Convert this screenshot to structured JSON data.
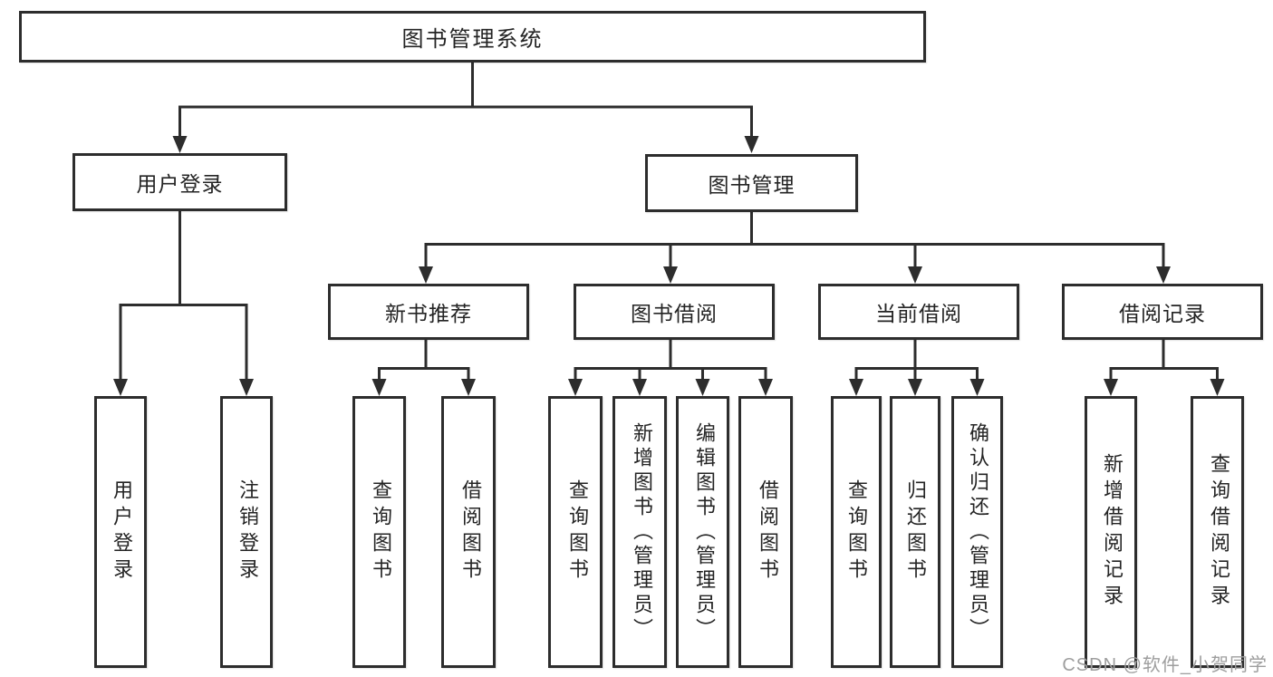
{
  "diagram": {
    "root": {
      "label": "图书管理系统"
    },
    "level2": {
      "user_login": {
        "label": "用户登录"
      },
      "book_mgmt": {
        "label": "图书管理"
      }
    },
    "level3": {
      "new_books": {
        "label": "新书推荐"
      },
      "book_borrow": {
        "label": "图书借阅"
      },
      "current_borrow": {
        "label": "当前借阅"
      },
      "borrow_records": {
        "label": "借阅记录"
      }
    },
    "leaves": {
      "user_login_leaf": {
        "label": "用户登录"
      },
      "logout": {
        "label": "注销登录"
      },
      "nb_query": {
        "label": "查询图书"
      },
      "nb_borrow": {
        "label": "借阅图书"
      },
      "bb_query": {
        "label": "查询图书"
      },
      "bb_add": {
        "label": "新增图书（管理员）"
      },
      "bb_edit": {
        "label": "编辑图书（管理员）"
      },
      "bb_borrow": {
        "label": "借阅图书"
      },
      "cb_query": {
        "label": "查询图书"
      },
      "cb_return": {
        "label": "归还图书"
      },
      "cb_confirm": {
        "label": "确认归还（管理员）"
      },
      "br_add": {
        "label": "新增借阅记录"
      },
      "br_query": {
        "label": "查询借阅记录"
      }
    },
    "watermark": "CSDN @软件_小贺同学",
    "colors": {
      "line": "#2d2d2d",
      "text": "#242424",
      "watermark": "#9e9e9e",
      "background": "#ffffff"
    }
  }
}
